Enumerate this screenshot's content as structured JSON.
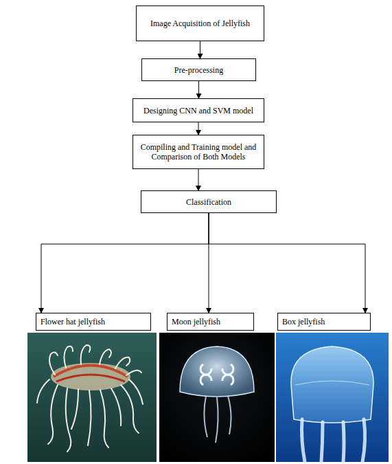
{
  "diagram": {
    "nodes": [
      {
        "text": [
          "Image Acquisition of Jellyfish"
        ]
      },
      {
        "text": [
          "Pre-processing"
        ]
      },
      {
        "text": [
          "Designing CNN and SVM model"
        ]
      },
      {
        "text": [
          "Compiling and Training model and Comparison of Both Models"
        ]
      },
      {
        "text": [
          "Classification"
        ]
      },
      {
        "text": [
          "Flower hat jellyfish"
        ]
      },
      {
        "text": [
          "Moon jellyfish"
        ]
      },
      {
        "text": [
          "Box jellyfish"
        ]
      }
    ],
    "edges": [
      {
        "from": 0,
        "to": 1,
        "arrow": "to"
      },
      {
        "from": 1,
        "to": 2,
        "arrow": "to"
      },
      {
        "from": 2,
        "to": 3,
        "arrow": "to"
      },
      {
        "from": 3,
        "to": 4,
        "arrow": "to"
      },
      {
        "from": 4,
        "to": 5,
        "arrow": "to"
      },
      {
        "from": 4,
        "to": 6,
        "arrow": "to"
      },
      {
        "from": 4,
        "to": 7,
        "arrow": "to"
      }
    ]
  }
}
